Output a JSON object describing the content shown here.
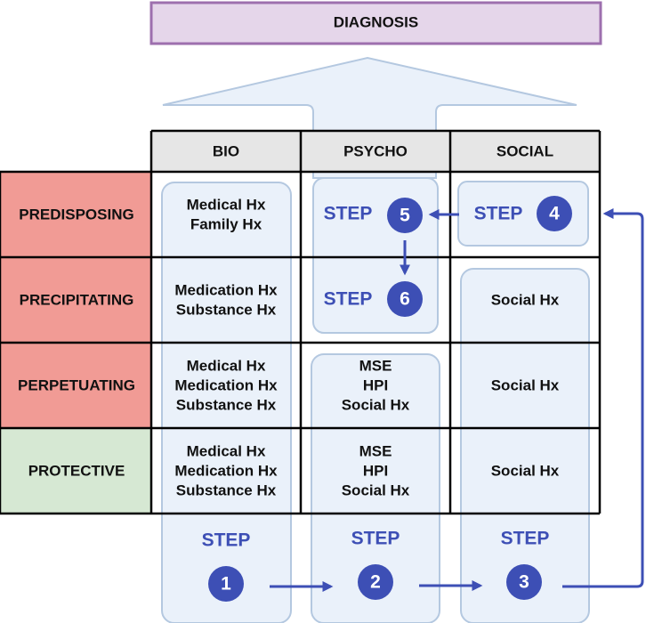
{
  "diagnosis": {
    "label": "DIAGNOSIS"
  },
  "columns": [
    "BIO",
    "PSYCHO",
    "SOCIAL"
  ],
  "rows": [
    {
      "label": "PREDISPOSING",
      "color": "#f19b95"
    },
    {
      "label": "PRECIPITATING",
      "color": "#f19b95"
    },
    {
      "label": "PERPETUATING",
      "color": "#f19b95"
    },
    {
      "label": "PROTECTIVE",
      "color": "#d6e8d3"
    }
  ],
  "cells": {
    "bio": [
      [
        "Medical Hx",
        "Family Hx"
      ],
      [
        "Medication Hx",
        "Substance Hx"
      ],
      [
        "Medical Hx",
        "Medication Hx",
        "Substance Hx"
      ],
      [
        "Medical Hx",
        "Medication Hx",
        "Substance Hx"
      ]
    ],
    "psycho": [
      [],
      [],
      [
        "MSE",
        "HPI",
        "Social Hx"
      ],
      [
        "MSE",
        "HPI",
        "Social Hx"
      ]
    ],
    "social": [
      [],
      [
        "Social Hx"
      ],
      [
        "Social Hx"
      ],
      [
        "Social Hx"
      ]
    ]
  },
  "steps": {
    "word": "STEP",
    "s1": "1",
    "s2": "2",
    "s3": "3",
    "s4": "4",
    "s5": "5",
    "s6": "6"
  },
  "colors": {
    "accent": "#3d4fb5",
    "lane_fill": "#eaf1fa",
    "lane_stroke": "#b4c8e0",
    "diagnosis_fill": "#e5d6ea",
    "diagnosis_stroke": "#9d6fae",
    "header_fill": "#e6e6e6"
  }
}
